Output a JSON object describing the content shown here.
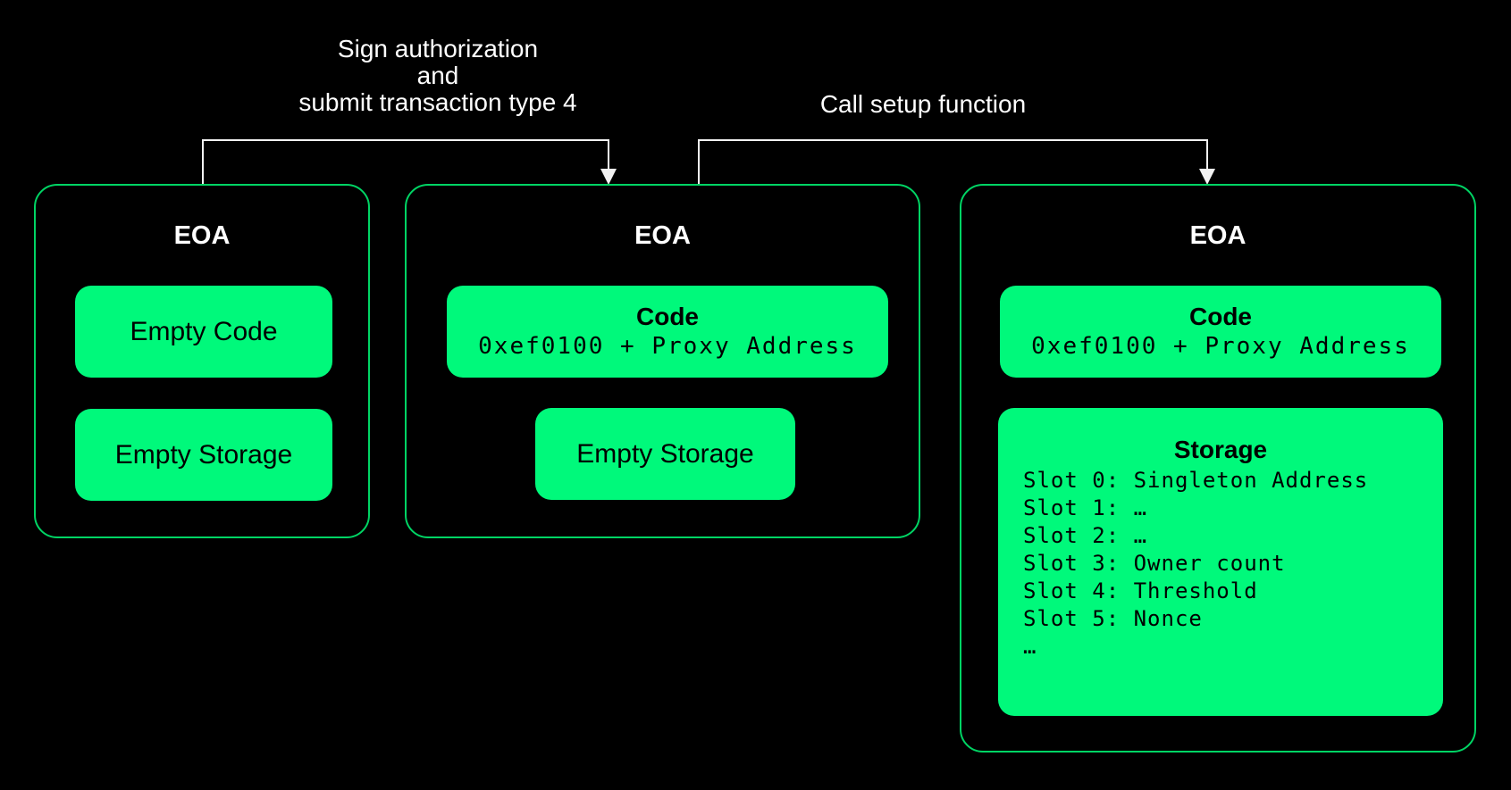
{
  "diagram": {
    "background": "#000000",
    "colors": {
      "box_fill_green": "#00F97B",
      "box_border_green": "#00D464",
      "connector_white": "#F2F2F2",
      "title_white": "#FFFFFF",
      "text_black": "#000000"
    },
    "connectors": [
      {
        "id": "sign-authorization",
        "label_lines": [
          "Sign authorization",
          "and",
          "submit transaction type 4"
        ]
      },
      {
        "id": "call-setup-function",
        "label": "Call setup function"
      }
    ],
    "boxes": [
      {
        "title": "EOA",
        "code": {
          "title": "Empty Code"
        },
        "storage": {
          "title": "Empty Storage"
        }
      },
      {
        "title": "EOA",
        "code": {
          "title": "Code",
          "subtitle": "0xef0100 + Proxy Address"
        },
        "storage": {
          "title": "Empty Storage"
        }
      },
      {
        "title": "EOA",
        "code": {
          "title": "Code",
          "subtitle": "0xef0100 + Proxy Address"
        },
        "storage": {
          "title": "Storage",
          "slots": [
            "Slot 0: Singleton Address",
            "Slot 1: …",
            "Slot 2: …",
            "Slot 3: Owner count",
            "Slot 4: Threshold",
            "Slot 5: Nonce",
            "…"
          ]
        }
      }
    ]
  }
}
